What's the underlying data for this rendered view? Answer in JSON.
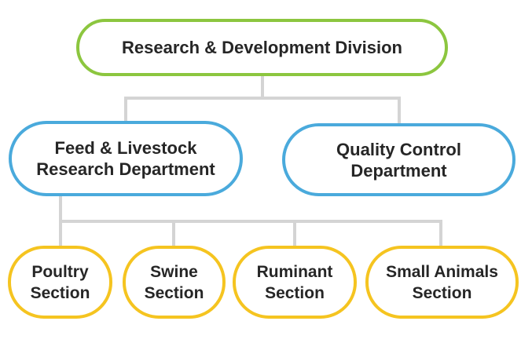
{
  "org_chart": {
    "root": {
      "label": "Research & Development Division",
      "border_color": "#8cc63f"
    },
    "departments": [
      {
        "line1": "Feed & Livestock",
        "line2": "Research Department",
        "border_color": "#4aaadc"
      },
      {
        "line1": "Quality Control",
        "line2": "Department",
        "border_color": "#4aaadc"
      }
    ],
    "sections": [
      {
        "line1": "Poultry",
        "line2": "Section",
        "border_color": "#f5c420"
      },
      {
        "line1": "Swine",
        "line2": "Section",
        "border_color": "#f5c420"
      },
      {
        "line1": "Ruminant",
        "line2": "Section",
        "border_color": "#f5c420"
      },
      {
        "line1": "Small Animals",
        "line2": "Section",
        "border_color": "#f5c420"
      }
    ],
    "connector_color": "#d4d4d4"
  }
}
